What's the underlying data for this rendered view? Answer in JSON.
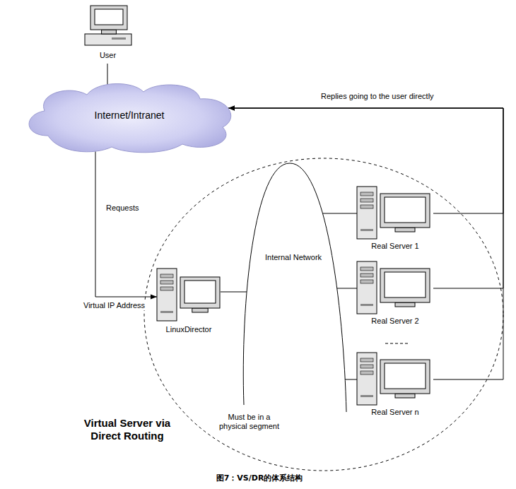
{
  "diagram": {
    "caption": "图7：VS/DR的体系结构",
    "nodes": [
      {
        "text": [
          "User"
        ]
      },
      {
        "text": [
          "Internet/Intranet"
        ]
      },
      {
        "text": [
          "Virtual Server via Direct Routing"
        ]
      },
      {
        "text": [
          "LinuxDirector"
        ],
        "in": 2
      },
      {
        "text": [
          "Internal Network",
          "Must be in a physical segment"
        ],
        "in": 2
      },
      {
        "text": [
          "Real Server 1"
        ],
        "in": 2
      },
      {
        "text": [
          "Real Server 2"
        ],
        "in": 2
      },
      {
        "text": [
          "Real Server n"
        ],
        "in": 2
      }
    ],
    "edges": [
      {
        "from": 0,
        "to": 1,
        "arrow": "none"
      },
      {
        "from": 1,
        "to": 3,
        "label": "Requests",
        "arrow": "to"
      },
      {
        "from": 3,
        "to": 4,
        "arrow": "none"
      },
      {
        "from": 4,
        "to": 5,
        "arrow": "none"
      },
      {
        "from": 4,
        "to": 6,
        "arrow": "none"
      },
      {
        "from": 4,
        "to": 7,
        "arrow": "none"
      },
      {
        "from": 5,
        "to": 1,
        "label": "Replies going to the user directly",
        "arrow": "to"
      },
      {
        "from": 6,
        "to": 1,
        "arrow": "to"
      },
      {
        "from": 7,
        "to": 1,
        "arrow": "to"
      }
    ],
    "labels": [
      "Virtual IP Address"
    ]
  }
}
